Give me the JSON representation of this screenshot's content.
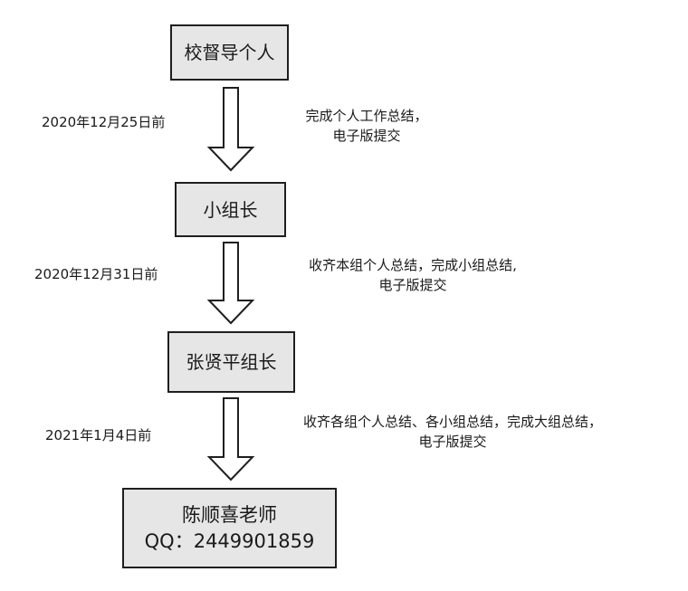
{
  "nodes": {
    "n1": "校督导个人",
    "n2": "小组长",
    "n3": "张贤平组长",
    "n4_line1": "陈顺喜老师",
    "n4_line2": "QQ：2449901859"
  },
  "deadlines": {
    "d1": "2020年12月25日前",
    "d2": "2020年12月31日前",
    "d3": "2021年1月4日前"
  },
  "tasks": {
    "t1_line1": "完成个人工作总结，",
    "t1_line2": "电子版提交",
    "t2_line1": "收齐本组个人总结，完成小组总结,",
    "t2_line2": "电子版提交",
    "t3_line1": "收齐各组个人总结、各小组总结，完成大组总结，",
    "t3_line2": "电子版提交"
  },
  "colors": {
    "box_fill": "#e6e6e6",
    "box_border": "#1f1f1f",
    "arrow_stroke": "#1f1f1f",
    "arrow_fill": "#ffffff"
  }
}
